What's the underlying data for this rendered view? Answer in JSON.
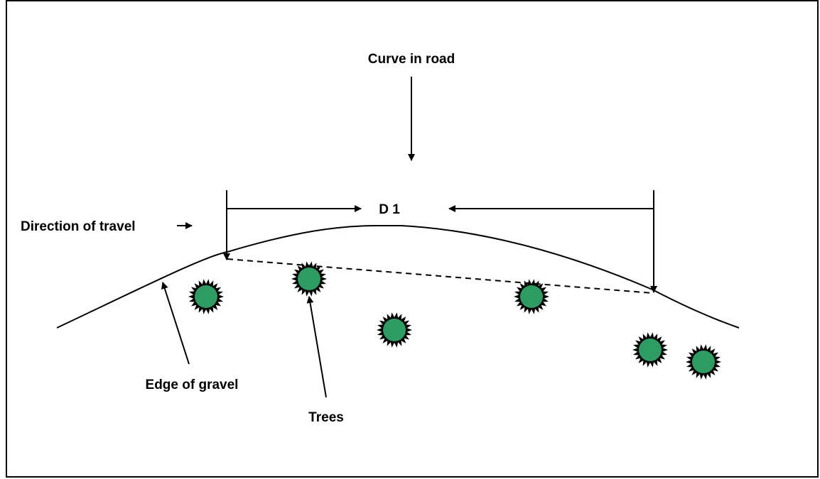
{
  "labels": {
    "curve": "Curve in road",
    "distance": "D 1",
    "direction": "Direction of travel",
    "edge": "Edge of gravel",
    "trees": "Trees"
  },
  "colors": {
    "tree_fill": "#2e9b63",
    "line": "#000000",
    "background": "#ffffff"
  },
  "tree_count": 6
}
